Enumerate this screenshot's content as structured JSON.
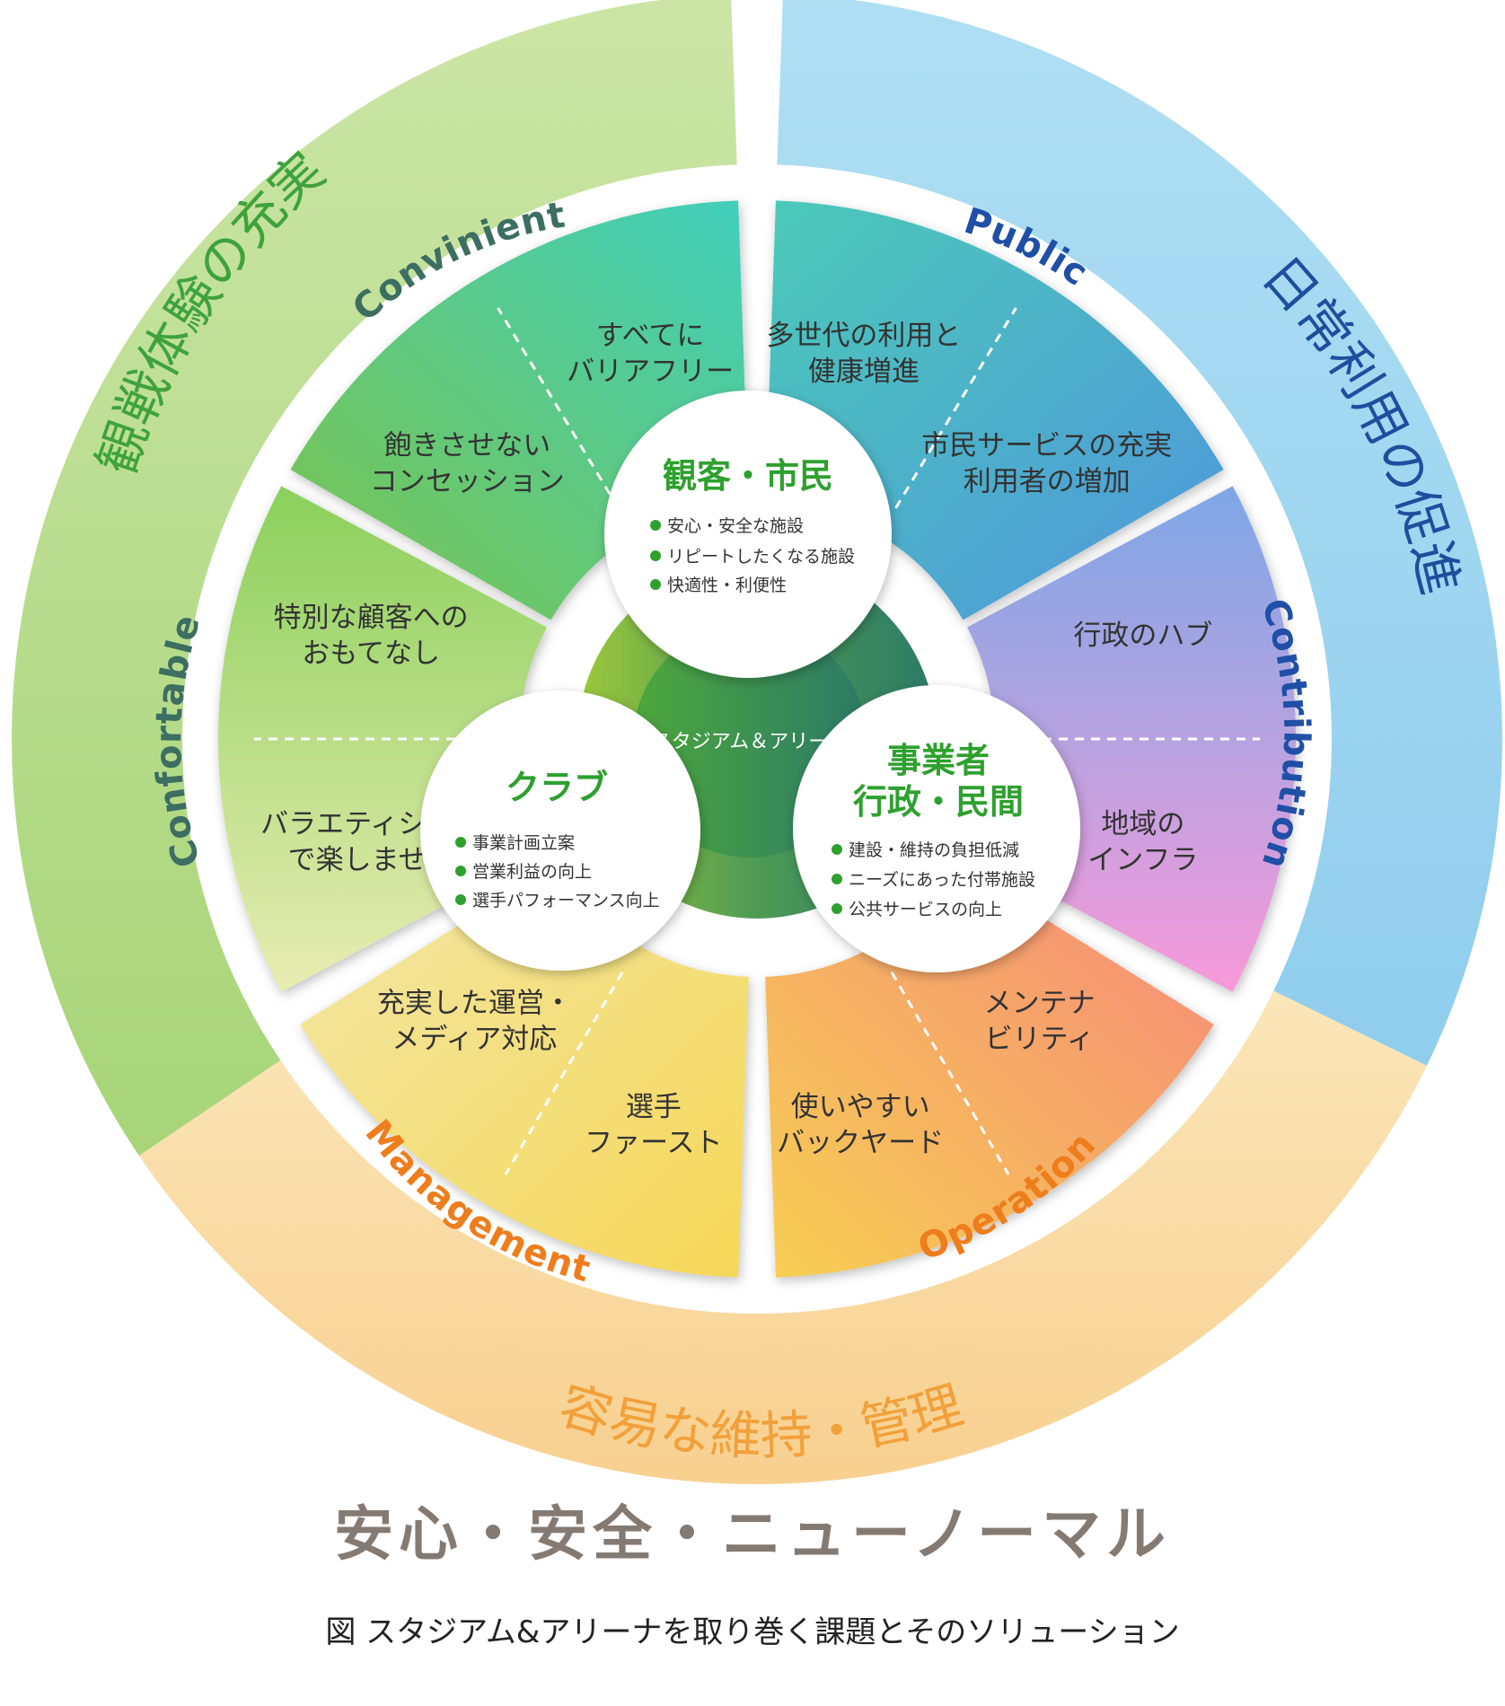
{
  "outer_ring": {
    "left": "観戦体験の充実",
    "right": "日常利用の促進",
    "bottom": "容易な維持・管理"
  },
  "segments": {
    "convinient": {
      "pillar": "Convinient",
      "items": [
        [
          "飽きさせない",
          "コンセッション"
        ],
        [
          "すべてに",
          "バリアフリー"
        ]
      ]
    },
    "public": {
      "pillar": "Public",
      "items": [
        [
          "多世代の利用と",
          "健康増進"
        ],
        [
          "市民サービスの充実",
          "利用者の増加"
        ]
      ]
    },
    "contribution": {
      "pillar": "Contribution",
      "items": [
        [
          "行政のハブ"
        ],
        [
          "地域の",
          "インフラ"
        ]
      ]
    },
    "operation": {
      "pillar": "Operation",
      "items": [
        [
          "メンテナ",
          "ビリティ"
        ],
        [
          "使いやすい",
          "バックヤード"
        ]
      ]
    },
    "management": {
      "pillar": "Management",
      "items": [
        [
          "選手",
          "ファースト"
        ],
        [
          "充実した運営・",
          "メディア対応"
        ]
      ]
    },
    "confortable": {
      "pillar": "Confortable",
      "items": [
        [
          "バラエティシート",
          "で楽しませる"
        ],
        [
          "特別な顧客への",
          "おもてなし"
        ]
      ]
    }
  },
  "center": {
    "label": "スタジアム＆アリーナ"
  },
  "stakeholders": {
    "spectators": {
      "title": "観客・市民",
      "bullets": [
        "安心・安全な施設",
        "リピートしたくなる施設",
        "快適性・利便性"
      ]
    },
    "club": {
      "title": "クラブ",
      "bullets": [
        "事業計画立案",
        "営業利益の向上",
        "選手パフォーマンス向上"
      ]
    },
    "business": {
      "title_lines": [
        "事業者",
        "行政・民間"
      ],
      "bullets": [
        "建設・維持の負担低減",
        "ニーズにあった付帯施設",
        "公共サービスの向上"
      ]
    }
  },
  "footer": {
    "main": "安心・安全・ニューノーマル",
    "caption": "図 スタジアム&アリーナを取り巻く課題とそのソリューション"
  },
  "colors": {
    "green": "#7cc34a",
    "teal": "#3ccdb8",
    "blue": "#2d6ab8",
    "purple": "#a99be0",
    "pink": "#f59ad8",
    "orange": "#f28322",
    "yellow": "#f6d35a",
    "dark_green": "#2e8b6a",
    "pillar_green": "#3c6e61",
    "pillar_blue": "#1f4fa6",
    "pillar_orange": "#ee7d1c"
  }
}
